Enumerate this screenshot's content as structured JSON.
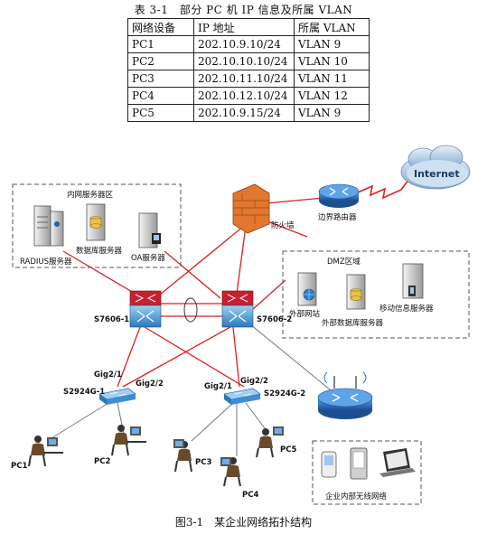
{
  "table": {
    "caption": "表 3-1　部分 PC 机 IP 信息及所属 VLAN",
    "headers": [
      "网络设备",
      "IP 地址",
      "所属 VLAN"
    ],
    "rows": [
      [
        "PC1",
        "202.10.9.10/24",
        "VLAN 9"
      ],
      [
        "PC2",
        "202.10.10.10/24",
        "VLAN 10"
      ],
      [
        "PC3",
        "202.10.11.10/24",
        "VLAN 11"
      ],
      [
        "PC4",
        "202.10.12.10/24",
        "VLAN 12"
      ],
      [
        "PC5",
        "202.10.9.15/24",
        "VLAN 9"
      ]
    ]
  },
  "diagram": {
    "internet": "Internet",
    "border_router": "边界路由器",
    "firewall": "防火墙",
    "intranet_zone": "内网服务器区",
    "radius_server": "RADIUS服务器",
    "db_server": "数据库服务器",
    "oa_server": "OA服务器",
    "dmz_zone": "DMZ区域",
    "web_server": "外部网站",
    "ext_db_server": "外部数据库服务器",
    "mobile_server": "移动信息服务器",
    "core_switch_1": "S7606-1",
    "core_switch_2": "S7606-2",
    "access_switch_1": "S2924G-1",
    "access_switch_2": "S2924G-2",
    "port_s1_up": "Gig2/1",
    "port_s1_side": "Gig2/2",
    "port_s2_up1": "Gig2/1",
    "port_s2_up2": "Gig2/2",
    "wireless_zone": "企业内部无线网络",
    "pc1": "PC1",
    "pc2": "PC2",
    "pc3": "PC3",
    "pc4": "PC4",
    "pc5": "PC5",
    "figure_caption": "图3-1　某企业网络拓扑结构"
  },
  "colors": {
    "link_red": "#e01f1f",
    "link_gray": "#777777",
    "zone_border": "#555555",
    "router_blue": "#1f63b5",
    "switch_blue": "#2a7fc4",
    "core_red": "#c8202e",
    "firewall_orange": "#e2782f",
    "cloud_blue": "#7ea6cf"
  }
}
